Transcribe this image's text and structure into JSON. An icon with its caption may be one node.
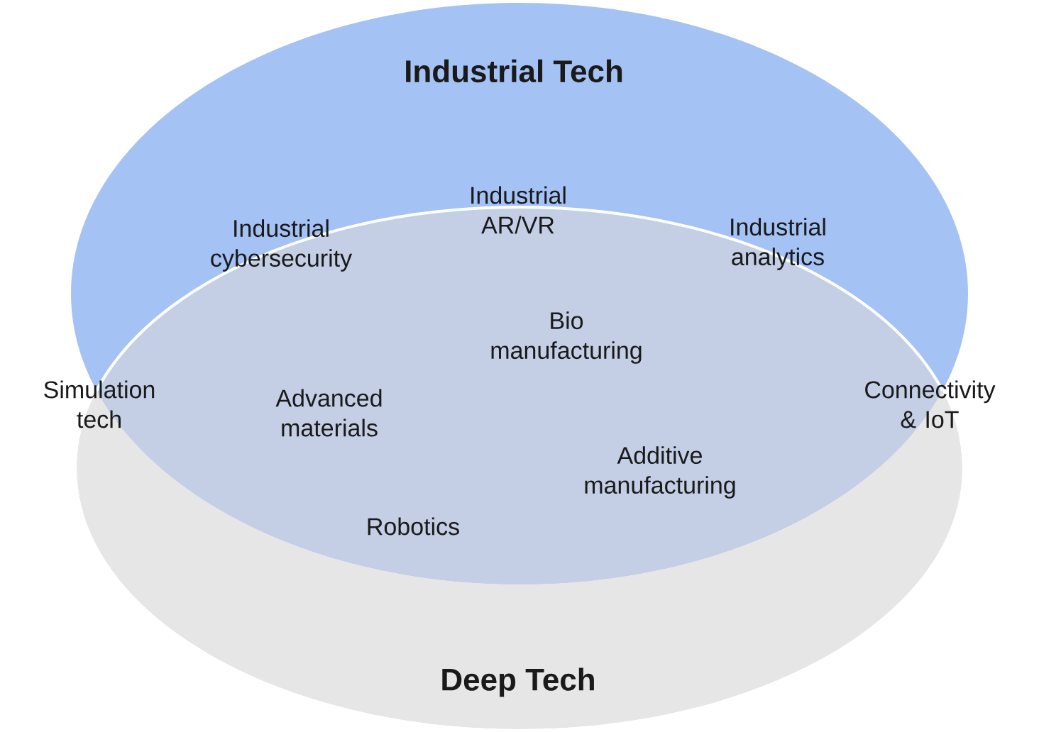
{
  "diagram": {
    "nodes": [
      {
        "text": [
          "Industrial Tech"
        ]
      },
      {
        "text": [
          "Deep Tech"
        ]
      }
    ],
    "labels": [
      "Industrial AR/VR",
      "Industrial cybersecurity",
      "Industrial analytics",
      "Bio manufacturing",
      "Simulation tech",
      "Advanced materials",
      "Connectivity & IoT",
      "Additive manufacturing",
      "Robotics"
    ]
  }
}
